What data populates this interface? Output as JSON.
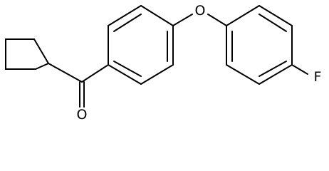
{
  "molecule": {
    "atoms": {
      "oxygen_carbonyl": "O",
      "oxygen_ether": "O",
      "fluorine": "F"
    },
    "colors": {
      "bond": "#000000",
      "background": "#ffffff"
    }
  }
}
